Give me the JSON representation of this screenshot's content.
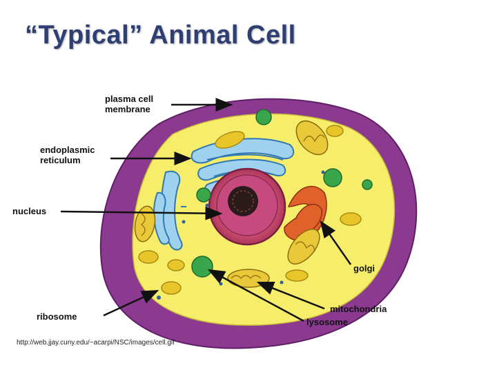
{
  "title": "“Typical” Animal Cell",
  "labels": {
    "plasma_membrane_line1": "plasma cell",
    "plasma_membrane_line2": "membrane",
    "er_line1": "endoplasmic",
    "er_line2": "reticulum",
    "nucleus": "nucleus",
    "golgi": "golgi",
    "ribosome": "ribosome",
    "mitochondria": "mitochondria",
    "lysosome": "lysosome"
  },
  "source_url": "http://web.jjay.cuny.edu/~acarpi/NSC/images/cell.gif",
  "colors": {
    "title": "#2f3f73",
    "membrane": "#8b3a8f",
    "cytoplasm": "#f6ee6a",
    "nucleus": "#c94b6d",
    "nucleolus": "#2a1a1a",
    "er": "#8ec7e6",
    "golgi": "#e0622a",
    "mitochondria": "#e9c83a",
    "lysosome": "#3aa64b",
    "vacuole": "#e8c62a"
  }
}
